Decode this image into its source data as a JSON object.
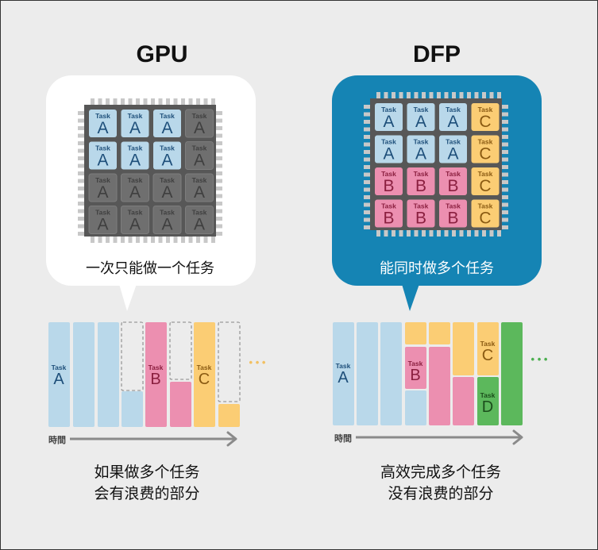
{
  "gpu": {
    "title": "GPU",
    "bubble_text": "一次只能做一个任务",
    "grid": [
      [
        "A",
        "A",
        "A",
        "A"
      ],
      [
        "A",
        "A",
        "A",
        "A"
      ],
      [
        "A",
        "A",
        "A",
        "A"
      ],
      [
        "A",
        "A",
        "A",
        "A"
      ]
    ],
    "active": [
      [
        true,
        true,
        true,
        false
      ],
      [
        true,
        true,
        true,
        false
      ],
      [
        false,
        false,
        false,
        false
      ],
      [
        false,
        false,
        false,
        false
      ]
    ],
    "caption_line1": "如果做多个任务",
    "caption_line2": "会有浪费的部分"
  },
  "dfp": {
    "title": "DFP",
    "bubble_text": "能同时做多个任务",
    "grid": [
      [
        "A",
        "A",
        "A",
        "C"
      ],
      [
        "A",
        "A",
        "A",
        "C"
      ],
      [
        "B",
        "B",
        "B",
        "C"
      ],
      [
        "B",
        "B",
        "B",
        "C"
      ]
    ],
    "caption_line1": "高效完成多个任务",
    "caption_line2": "没有浪费的部分"
  },
  "task_word": "Task",
  "time_label": "時間",
  "timeline_gpu_labels": [
    "A",
    "B",
    "C"
  ],
  "timeline_dfp_labels": [
    "A",
    "B",
    "C",
    "D"
  ],
  "ellipsis": "• • •",
  "colors": {
    "A": "#b9d8ea",
    "B": "#ec8fb0",
    "C": "#fbcd74",
    "D": "#5cb85c",
    "A_text": "#1e4f7a",
    "B_text": "#8a1f3f",
    "C_text": "#8a5a12",
    "D_text": "#1b4d1b",
    "dfp_bubble": "#1584b4",
    "chip": "#575757"
  }
}
